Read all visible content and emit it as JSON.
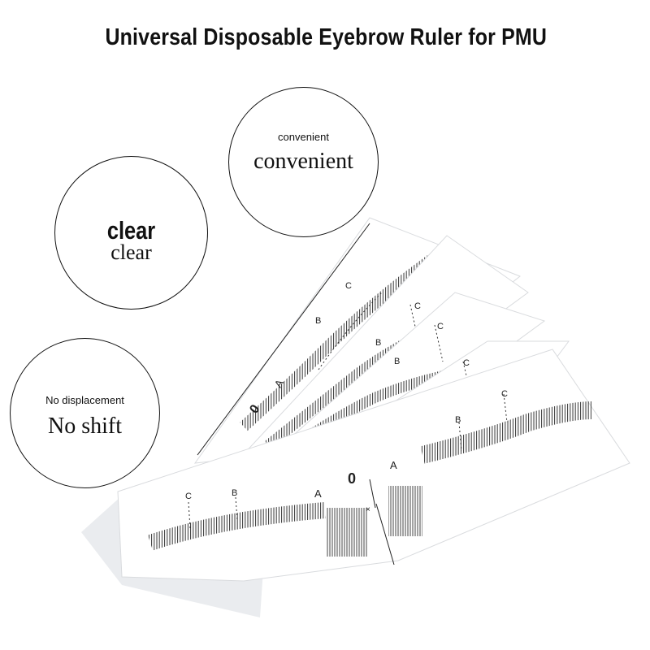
{
  "title": "Universal Disposable Eyebrow Ruler for PMU",
  "badges": {
    "convenient": {
      "small": "convenient",
      "large": "convenient"
    },
    "clear": {
      "small": "clear",
      "large": "clear"
    },
    "shift": {
      "small": "No displacement",
      "large": "No shift"
    }
  },
  "ruler_marks": {
    "a": "A",
    "b": "B",
    "c": "C",
    "zero": "0"
  }
}
